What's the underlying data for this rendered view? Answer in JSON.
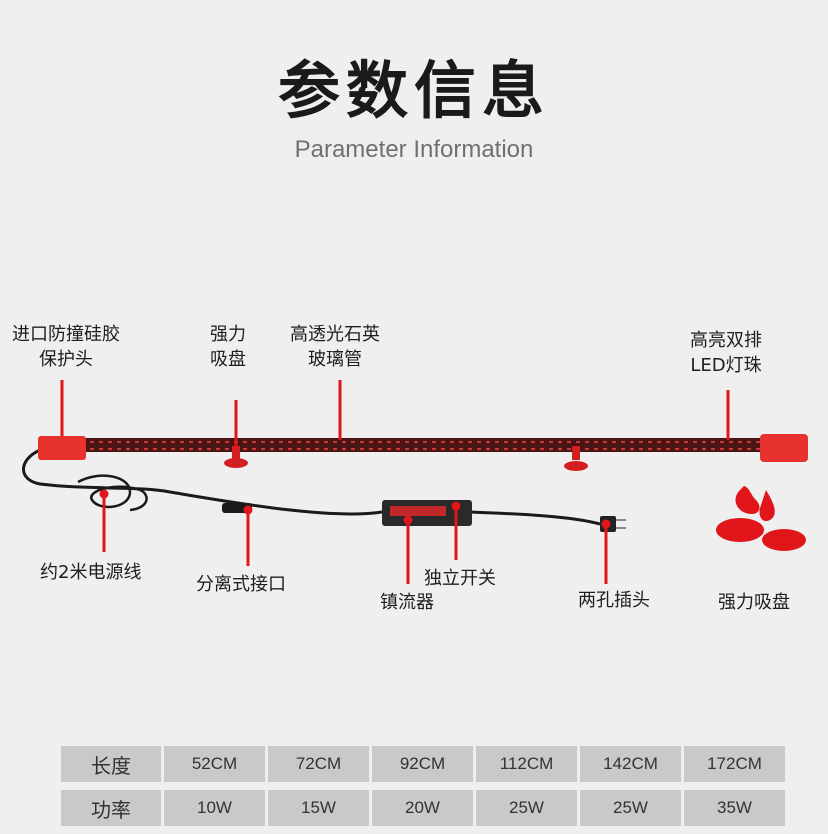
{
  "header": {
    "title": "参数信息",
    "subtitle": "Parameter Information"
  },
  "top_labels": {
    "protector": [
      "进口防撞硅胶",
      "保护头"
    ],
    "suction_cup": [
      "强力",
      "吸盘"
    ],
    "glass_tube": [
      "高透光石英",
      "玻璃管"
    ],
    "leds": [
      "高亮双排",
      "LED灯珠"
    ]
  },
  "bottom_labels": {
    "power_cord": "约2米电源线",
    "connector": "分离式接口",
    "switch": "独立开关",
    "ballast": "镇流器",
    "plug": "两孔插头",
    "suction_cup": "强力吸盘"
  },
  "specs": {
    "length_label": "长度",
    "power_label": "功率",
    "lengths": [
      "52CM",
      "72CM",
      "92CM",
      "112CM",
      "142CM",
      "172CM"
    ],
    "powers": [
      "10W",
      "15W",
      "20W",
      "25W",
      "25W",
      "35W"
    ]
  },
  "colors": {
    "accent": "#e0161b",
    "cap": "#e8322e",
    "tube": "#4a1414",
    "cable": "#1a1a1a"
  }
}
